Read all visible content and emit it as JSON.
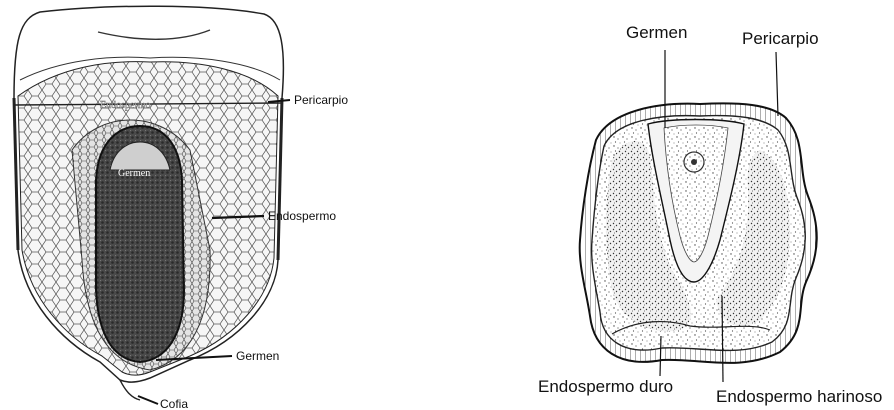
{
  "longitudinal": {
    "inner_labels": {
      "endosperm": "Endospermo",
      "germ": "Germen"
    },
    "callouts": {
      "pericarp": "Pericarpio",
      "endosperm": "Endospermo",
      "germ": "Germen",
      "tip_cap": "Cofia"
    }
  },
  "cross_section": {
    "callouts": {
      "germ": "Germen",
      "pericarp": "Pericarpio",
      "hard_endosperm": "Endospermo duro",
      "floury_endosperm": "Endospermo harinoso"
    }
  }
}
